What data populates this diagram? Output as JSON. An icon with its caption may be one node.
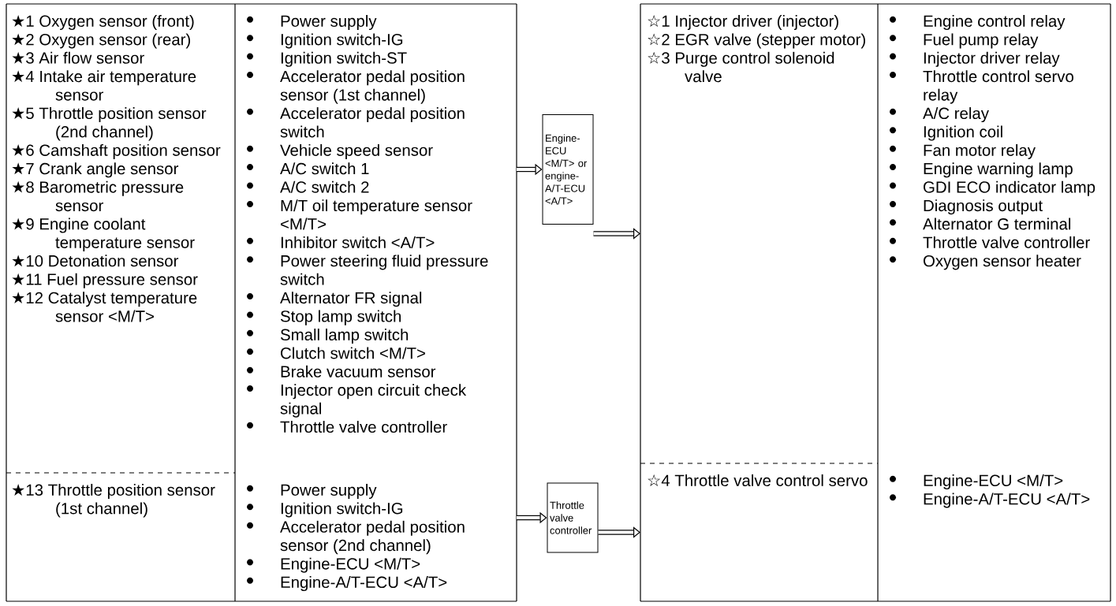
{
  "diagram": {
    "nodes": [
      {
        "text": [
          "★1 Oxygen sensor (front)",
          "★2 Oxygen sensor (rear)",
          "★3 Air flow sensor",
          "★4 Intake air temperature sensor",
          "★5 Throttle position sensor (2nd channel)",
          "★6 Camshaft position sensor",
          "★7 Crank angle sensor",
          "★8 Barometric pressure sensor",
          "★9 Engine coolant temperature sensor",
          "★10 Detonation sensor",
          "★11 Fuel pressure sensor",
          "★12 Catalyst temperature sensor <M/T>"
        ]
      },
      {
        "text": [
          "Power supply",
          "Ignition switch-IG",
          "Ignition switch-ST",
          "Accelerator pedal position sensor (1st channel)",
          "Accelerator pedal position switch",
          "Vehicle speed sensor",
          "A/C switch 1",
          "A/C switch 2",
          "M/T oil temperature sensor <M/T>",
          "Inhibitor switch <A/T>",
          "Power steering fluid pressure switch",
          "Alternator FR signal",
          "Stop lamp switch",
          "Small lamp switch",
          "Clutch switch <M/T>",
          "Brake vacuum sensor",
          "Injector open circuit check signal",
          "Throttle valve controller"
        ]
      },
      {
        "text": [
          "★13 Throttle position sensor (1st channel)"
        ]
      },
      {
        "text": [
          "Power supply",
          "Ignition switch-IG",
          "Accelerator pedal position sensor (2nd channel)",
          "Engine-ECU <M/T>",
          "Engine-A/T-ECU <A/T>"
        ]
      },
      {
        "text": [
          "Engine-ECU <M/T> or engine-A/T-ECU <A/T>"
        ]
      },
      {
        "text": [
          "Throttle valve controller"
        ]
      },
      {
        "text": [
          "☆1 Injector driver (injector)",
          "☆2 EGR valve (stepper motor)",
          "☆3 Purge control solenoid valve"
        ]
      },
      {
        "text": [
          "Engine control relay",
          "Fuel pump relay",
          "Injector driver relay",
          "Throttle control servo relay",
          "A/C relay",
          "Ignition coil",
          "Fan motor relay",
          "Engine warning lamp",
          "GDI ECO indicator lamp",
          "Diagnosis output",
          "Alternator G terminal",
          "Throttle valve controller",
          "Oxygen sensor heater"
        ]
      },
      {
        "text": [
          "☆4 Throttle valve control servo"
        ]
      },
      {
        "text": [
          "Engine-ECU <M/T>",
          "Engine-A/T-ECU <A/T>"
        ]
      }
    ],
    "edges": [
      {
        "from": 1,
        "to": 4,
        "arrow": "to"
      },
      {
        "from": 4,
        "to": 6,
        "arrow": "to"
      },
      {
        "from": 3,
        "to": 5,
        "arrow": "to"
      },
      {
        "from": 5,
        "to": 8,
        "arrow": "to"
      }
    ]
  }
}
